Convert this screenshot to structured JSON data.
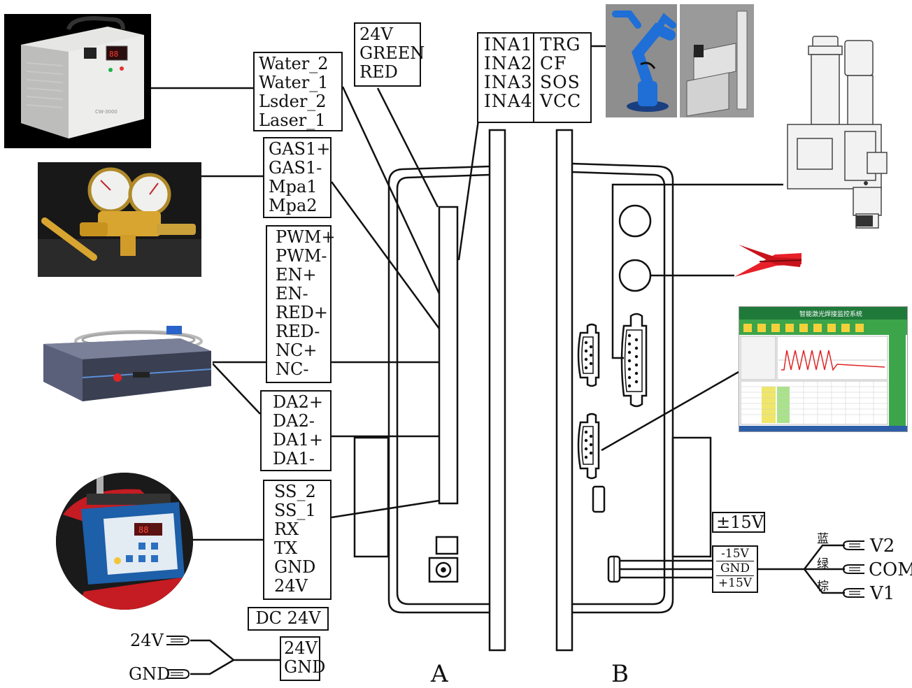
{
  "boxes": {
    "water_laser": [
      "Water_2",
      "Water_1",
      "Lsder_2",
      "Laser_1"
    ],
    "signal_24v": [
      "24V",
      "GREEN",
      "RED"
    ],
    "ina": [
      "INA1",
      "INA2",
      "INA3",
      "INA4"
    ],
    "trg": [
      "TRG",
      "CF",
      "SOS",
      "VCC"
    ],
    "gas": [
      "GAS1+",
      "GAS1-",
      "Mpa1",
      "Mpa2"
    ],
    "pwm": [
      "PWM+",
      "PWM-",
      "EN+",
      "EN-",
      "RED+",
      "RED-",
      "NC+",
      "NC-"
    ],
    "da": [
      "DA2+",
      "DA2-",
      "DA1+",
      "DA1-"
    ],
    "ss": [
      "SS_2",
      "SS_1",
      "RX",
      "TX",
      "GND",
      "24V"
    ],
    "dc_title": "DC 24V",
    "dc_pins": [
      "24V",
      "GND"
    ],
    "pm15_title": "±15V",
    "pm15_pins": [
      "-15V",
      "GND",
      "+15V"
    ]
  },
  "labels": {
    "panel_a": "A",
    "panel_b": "B",
    "in_24v": "24V",
    "in_gnd": "GND",
    "wire_blue": "蓝",
    "wire_green": "绿",
    "wire_brown": "棕",
    "out_v2": "V2",
    "out_com": "COM",
    "out_v1": "V1"
  },
  "software": {
    "window_title": "智能激光焊接监控系统"
  },
  "colors": {
    "line": "#111111",
    "robot": "#1f6fd6",
    "clamp": "#e8202a",
    "laser_body": "#3a3f52",
    "brass": "#d9a531"
  }
}
